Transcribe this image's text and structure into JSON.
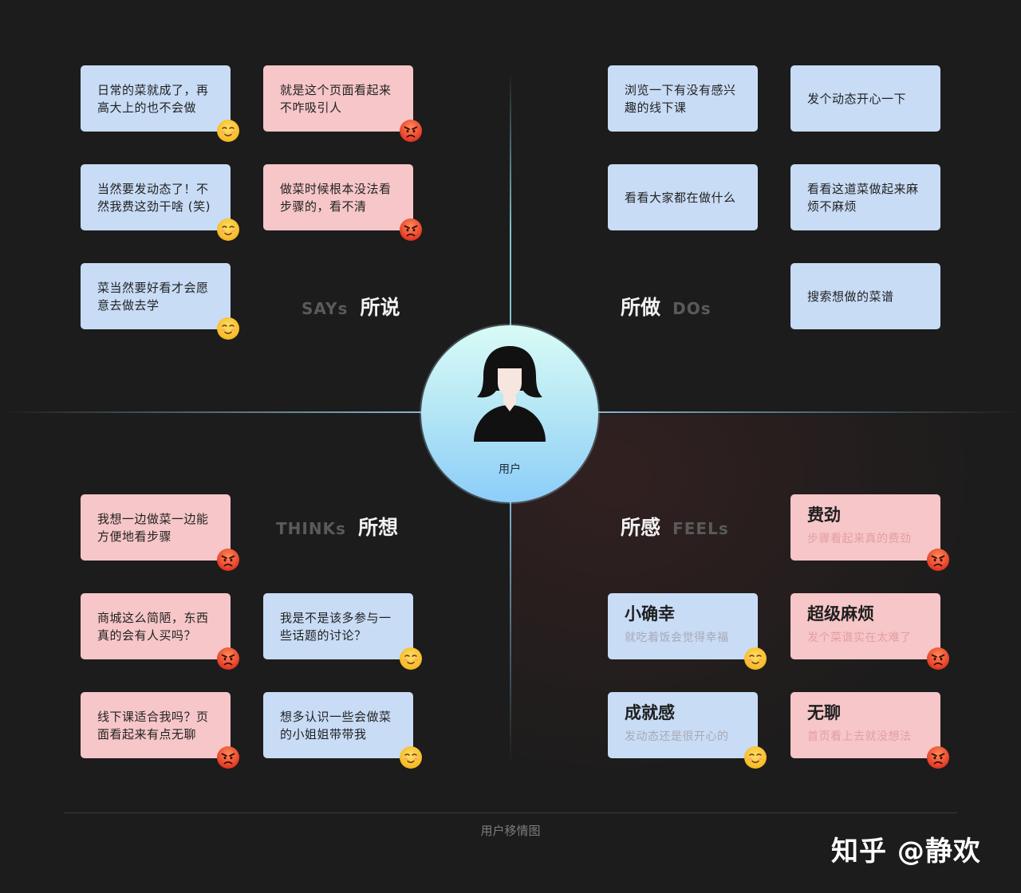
{
  "center": {
    "label": "用户"
  },
  "quadrants": {
    "says": {
      "zh": "所说",
      "en": "SAYs"
    },
    "dos": {
      "zh": "所做",
      "en": "DOs"
    },
    "thinks": {
      "zh": "所想",
      "en": "THINKs"
    },
    "feels": {
      "zh": "所感",
      "en": "FEELs"
    }
  },
  "says_cards": [
    {
      "text": "日常的菜就成了，再高大上的也不会做",
      "mood": "happy"
    },
    {
      "text": "就是这个页面看起来不咋吸引人",
      "mood": "angry"
    },
    {
      "text": "当然要发动态了！不然我费这劲干啥 (笑)",
      "mood": "happy"
    },
    {
      "text": "做菜时候根本没法看步骤的，看不清",
      "mood": "angry"
    },
    {
      "text": "菜当然要好看才会愿意去做去学",
      "mood": "happy"
    }
  ],
  "dos_cards": [
    {
      "text": "浏览一下有没有感兴趣的线下课"
    },
    {
      "text": "发个动态开心一下"
    },
    {
      "text": "看看大家都在做什么"
    },
    {
      "text": "看看这道菜做起来麻烦不麻烦"
    },
    {
      "text": "搜索想做的菜谱"
    }
  ],
  "thinks_cards": [
    {
      "text": "我想一边做菜一边能方便地看步骤",
      "mood": "angry"
    },
    {
      "text": "商城这么简陋，东西真的会有人买吗？",
      "mood": "angry"
    },
    {
      "text": "我是不是该多参与一些话题的讨论？",
      "mood": "happy"
    },
    {
      "text": "线下课适合我吗？页面看起来有点无聊",
      "mood": "angry"
    },
    {
      "text": "想多认识一些会做菜的小姐姐带带我",
      "mood": "happy"
    }
  ],
  "feels_cards": [
    {
      "title": "费劲",
      "sub": "步骤看起来真的费劲",
      "mood": "angry"
    },
    {
      "title": "小确幸",
      "sub": "就吃着饭会觉得幸福",
      "mood": "happy"
    },
    {
      "title": "超级麻烦",
      "sub": "发个菜谱实在太难了",
      "mood": "angry"
    },
    {
      "title": "成就感",
      "sub": "发动态还是很开心的",
      "mood": "happy"
    },
    {
      "title": "无聊",
      "sub": "首页看上去就没想法",
      "mood": "angry"
    }
  ],
  "caption": "用户移情图",
  "watermark": "知乎 @静欢",
  "colors": {
    "blue_card": "#c8dcf6",
    "red_card": "#f6c6c8",
    "background": "#1c1c1c"
  }
}
